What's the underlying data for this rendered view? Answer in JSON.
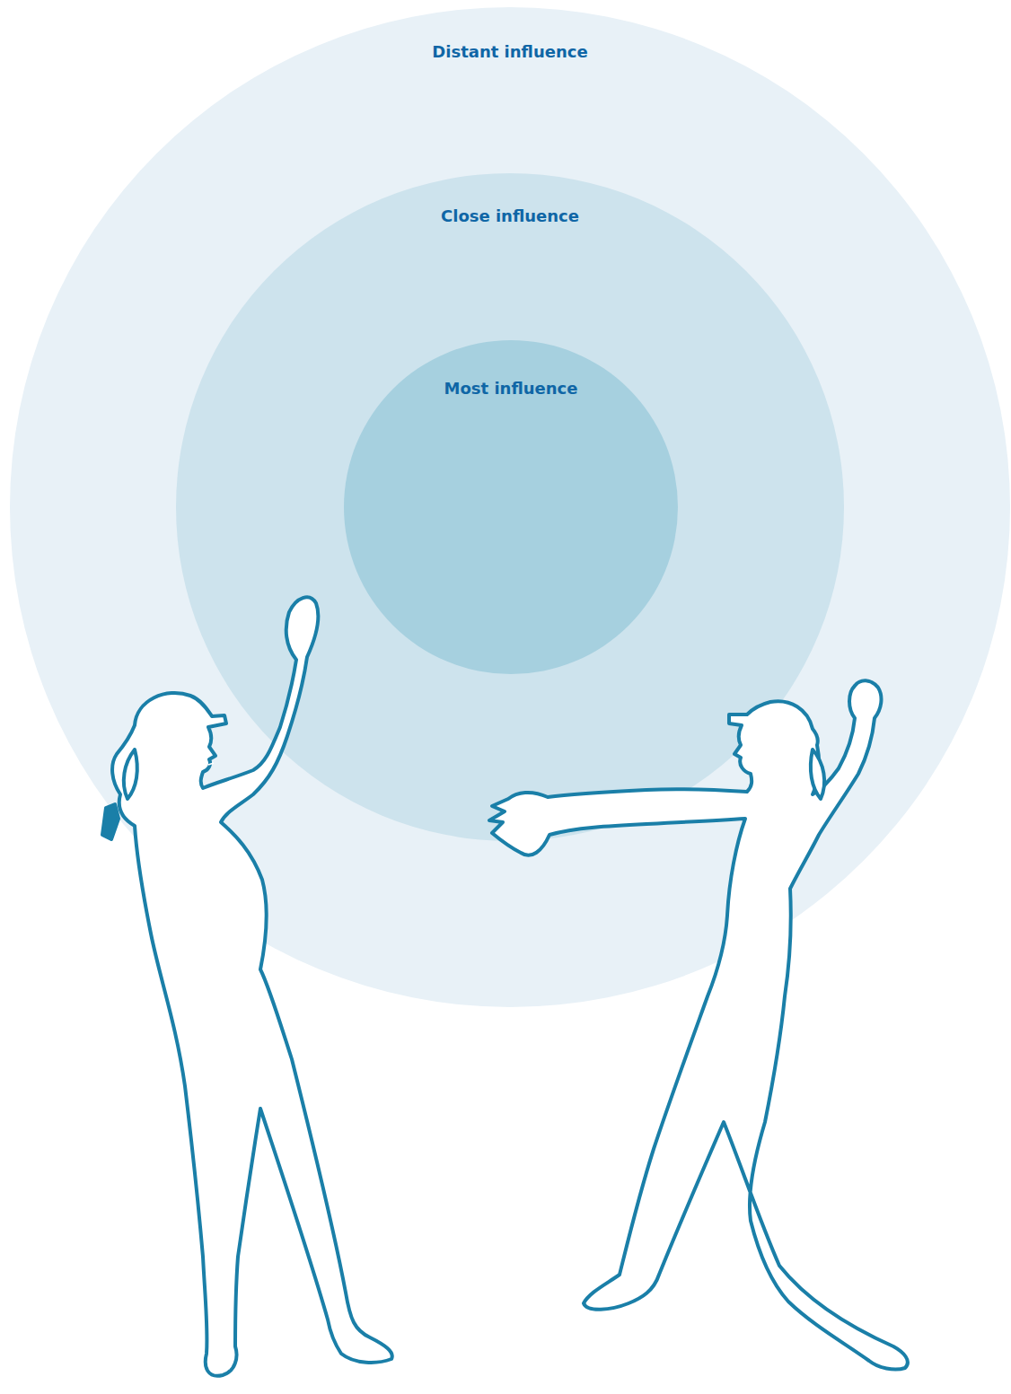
{
  "diagram": {
    "nodes": [
      {
        "text": [
          "Distant influence"
        ]
      },
      {
        "text": [
          "Close influence"
        ],
        "in": 0
      },
      {
        "text": [
          "Most influence"
        ],
        "in": 1
      }
    ]
  }
}
